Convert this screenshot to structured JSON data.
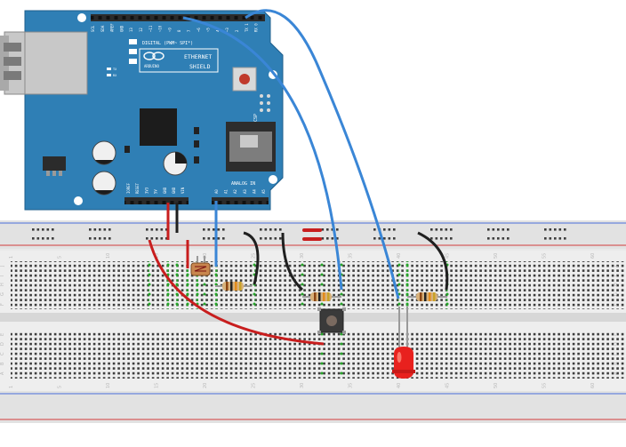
{
  "board": {
    "pin_labels_top": [
      "SCL",
      "SDA",
      "AREF",
      "GND",
      "13",
      "12",
      "~11",
      "~10",
      "~9",
      "8",
      "7",
      "~6",
      "~5",
      "4",
      "~3",
      "2",
      "TX 1",
      "RX 0"
    ],
    "digital_label": "DIGITAL (PWM~ SPI*)",
    "logo_word": "ARDUINO",
    "shield_line1": "ETHERNET",
    "shield_line2": "SHIELD",
    "icsp_label": "ICSP",
    "tx_label": "TX",
    "rx_label": "RX",
    "power_pin_labels": [
      "IOREF",
      "RESET",
      "3V3",
      "5V",
      "GND",
      "GND",
      "VIN"
    ],
    "analog_label": "ANALOG IN",
    "analog_pin_labels": [
      "A0",
      "A1",
      "A2",
      "A3",
      "A4",
      "A5"
    ]
  },
  "breadboard": {
    "column_numbers": [
      "1",
      "5",
      "10",
      "15",
      "20",
      "25",
      "30",
      "35",
      "40",
      "45",
      "50",
      "55",
      "60"
    ],
    "row_letters_top": [
      "J",
      "I",
      "H",
      "G",
      "F"
    ],
    "row_letters_bottom": [
      "E",
      "D",
      "C",
      "B",
      "A"
    ]
  },
  "colors": {
    "board": "#2f7fb5",
    "wire_blue": "#3a86d6",
    "wire_red": "#c81e1e",
    "wire_black": "#1f1f1f",
    "led": "#e8211e",
    "breadboard": "#e6e6e6",
    "active_hole": "#27a52a"
  }
}
